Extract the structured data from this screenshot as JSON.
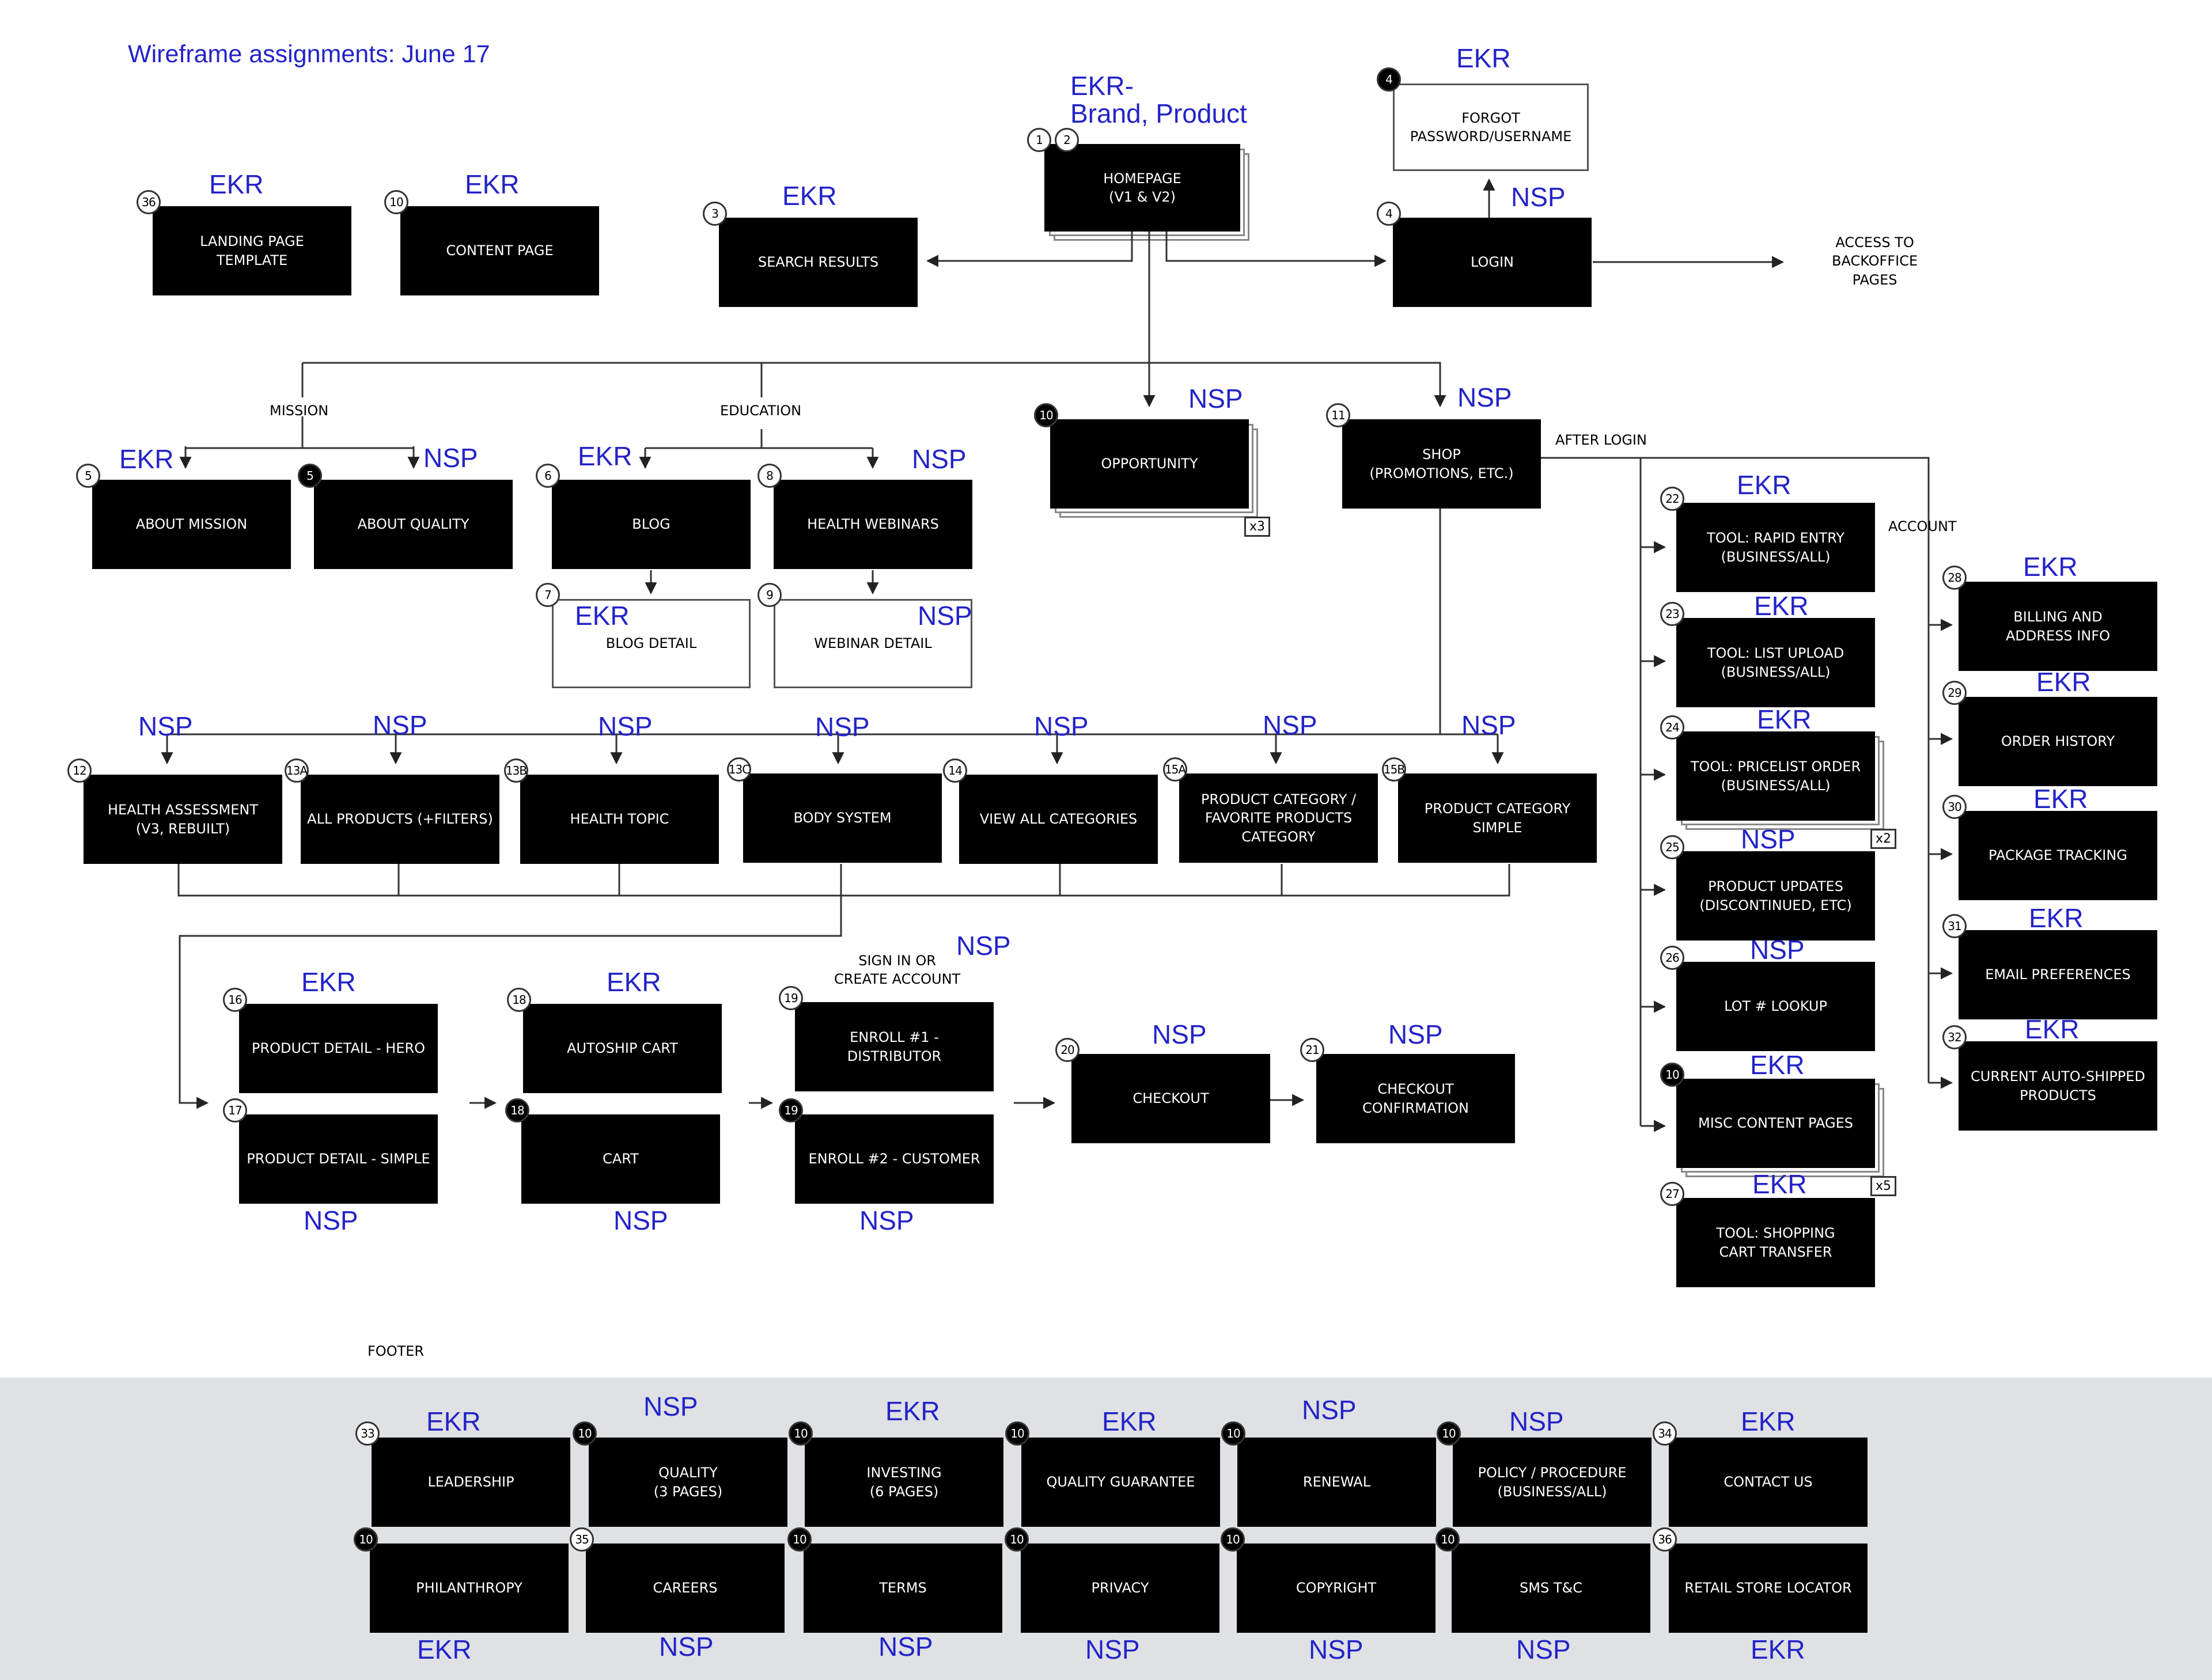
{
  "title": "Wireframe assignments: June 17",
  "colors": {
    "assignee": "#2323c8",
    "node_fill": "#000000",
    "footer_bg": "#dfe1e4"
  },
  "labels": {
    "mission": "MISSION",
    "education": "EDUCATION",
    "after_login": "AFTER LOGIN",
    "account": "ACCOUNT",
    "access_backoffice": "ACCESS TO\nBACKOFFICE\nPAGES",
    "sign_in": "SIGN IN OR\nCREATE ACCOUNT",
    "footer": "FOOTER"
  },
  "nodes": {
    "landing": {
      "num": "36",
      "text": "LANDING PAGE\nTEMPLATE",
      "assignee": "EKR"
    },
    "content": {
      "num": "10",
      "text": "CONTENT PAGE",
      "assignee": "EKR"
    },
    "search": {
      "num": "3",
      "text": "SEARCH RESULTS",
      "assignee": "EKR"
    },
    "homepage": {
      "num1": "1",
      "num2": "2",
      "text": "HOMEPAGE\n(V1 & V2)",
      "assignee": "EKR-\nBrand, Product"
    },
    "forgot": {
      "num": "4",
      "text": "FORGOT\nPASSWORD/USERNAME",
      "assignee": "EKR"
    },
    "login": {
      "num": "4",
      "text": "LOGIN",
      "assignee": "NSP"
    },
    "about_mission": {
      "num": "5",
      "text": "ABOUT MISSION",
      "assignee": "EKR"
    },
    "about_quality": {
      "num": "5",
      "text": "ABOUT QUALITY",
      "assignee": "NSP"
    },
    "blog": {
      "num": "6",
      "text": "BLOG",
      "assignee": "EKR"
    },
    "webinars": {
      "num": "8",
      "text": "HEALTH WEBINARS",
      "assignee": "NSP"
    },
    "blog_detail": {
      "num": "7",
      "text": "BLOG DETAIL",
      "assignee": "EKR"
    },
    "webinar_detail": {
      "num": "9",
      "text": "WEBINAR DETAIL",
      "assignee": "NSP"
    },
    "opportunity": {
      "num": "10",
      "text": "OPPORTUNITY",
      "assignee": "NSP",
      "mult": "x3"
    },
    "shop": {
      "num": "11",
      "text": "SHOP\n(PROMOTIONS, ETC.)",
      "assignee": "NSP"
    },
    "health_assess": {
      "num": "12",
      "text": "HEALTH ASSESSMENT\n(V3, REBUILT)",
      "assignee": "NSP"
    },
    "all_products": {
      "num": "13A",
      "text": "ALL PRODUCTS (+FILTERS)",
      "assignee": "NSP"
    },
    "health_topic": {
      "num": "13B",
      "text": "HEALTH TOPIC",
      "assignee": "NSP"
    },
    "body_system": {
      "num": "13C",
      "text": "BODY SYSTEM",
      "assignee": "NSP"
    },
    "view_all": {
      "num": "14",
      "text": "VIEW ALL CATEGORIES",
      "assignee": "NSP"
    },
    "prod_cat_fav": {
      "num": "15A",
      "text": "PRODUCT CATEGORY /\nFAVORITE PRODUCTS\nCATEGORY",
      "assignee": "NSP"
    },
    "prod_cat_simple": {
      "num": "15B",
      "text": "PRODUCT CATEGORY\nSIMPLE",
      "assignee": "NSP"
    },
    "pd_hero": {
      "num": "16",
      "text": "PRODUCT DETAIL - HERO",
      "assignee": "EKR"
    },
    "pd_simple": {
      "num": "17",
      "text": "PRODUCT DETAIL - SIMPLE",
      "assignee": "NSP"
    },
    "autoship": {
      "num": "18",
      "text": "AUTOSHIP CART",
      "assignee": "EKR"
    },
    "cart": {
      "num": "18",
      "text": "CART",
      "assignee": "NSP"
    },
    "enroll1": {
      "num": "19",
      "text": "ENROLL #1 - DISTRIBUTOR",
      "assignee": "NSP"
    },
    "enroll2": {
      "num": "19",
      "text": "ENROLL #2 - CUSTOMER",
      "assignee": "NSP"
    },
    "checkout": {
      "num": "20",
      "text": "CHECKOUT",
      "assignee": "NSP"
    },
    "checkout_conf": {
      "num": "21",
      "text": "CHECKOUT\nCONFIRMATION",
      "assignee": "NSP"
    },
    "tool_rapid": {
      "num": "22",
      "text": "TOOL: RAPID ENTRY\n(BUSINESS/ALL)",
      "assignee": "EKR"
    },
    "tool_list": {
      "num": "23",
      "text": "TOOL: LIST UPLOAD\n(BUSINESS/ALL)",
      "assignee": "EKR"
    },
    "tool_pricelist": {
      "num": "24",
      "text": "TOOL: PRICELIST ORDER\n(BUSINESS/ALL)",
      "assignee": "EKR",
      "mult": "x2"
    },
    "prod_updates": {
      "num": "25",
      "text": "PRODUCT UPDATES\n(DISCONTINUED, ETC)",
      "assignee": "NSP"
    },
    "lot_lookup": {
      "num": "26",
      "text": "LOT # LOOKUP",
      "assignee": "NSP"
    },
    "misc_content": {
      "num": "10",
      "text": "MISC CONTENT PAGES",
      "assignee": "EKR",
      "mult": "x5"
    },
    "tool_cart_transfer": {
      "num": "27",
      "text": "TOOL: SHOPPING\nCART TRANSFER",
      "assignee": "EKR"
    },
    "billing": {
      "num": "28",
      "text": "BILLING AND\nADDRESS INFO",
      "assignee": "EKR"
    },
    "order_history": {
      "num": "29",
      "text": "ORDER HISTORY",
      "assignee": "EKR"
    },
    "package_tracking": {
      "num": "30",
      "text": "PACKAGE TRACKING",
      "assignee": "EKR"
    },
    "email_prefs": {
      "num": "31",
      "text": "EMAIL PREFERENCES",
      "assignee": "EKR"
    },
    "auto_shipped": {
      "num": "32",
      "text": "CURRENT AUTO-SHIPPED\nPRODUCTS",
      "assignee": "EKR"
    },
    "leadership": {
      "num": "33",
      "text": "LEADERSHIP",
      "assignee": "EKR"
    },
    "quality3": {
      "num": "10",
      "text": "QUALITY\n(3 PAGES)",
      "assignee": "NSP"
    },
    "investing": {
      "num": "10",
      "text": "INVESTING\n(6 PAGES)",
      "assignee": "EKR"
    },
    "quality_guarantee": {
      "num": "10",
      "text": "QUALITY GUARANTEE",
      "assignee": "EKR"
    },
    "renewal": {
      "num": "10",
      "text": "RENEWAL",
      "assignee": "NSP"
    },
    "policy": {
      "num": "10",
      "text": "POLICY / PROCEDURE\n(BUSINESS/ALL)",
      "assignee": "NSP"
    },
    "contact": {
      "num": "34",
      "text": "CONTACT US",
      "assignee": "EKR"
    },
    "philanthropy": {
      "num": "10",
      "text": "PHILANTHROPY",
      "assignee": "EKR"
    },
    "careers": {
      "num": "35",
      "text": "CAREERS",
      "assignee": "NSP"
    },
    "terms": {
      "num": "10",
      "text": "TERMS",
      "assignee": "NSP"
    },
    "privacy": {
      "num": "10",
      "text": "PRIVACY",
      "assignee": "NSP"
    },
    "copyright": {
      "num": "10",
      "text": "COPYRIGHT",
      "assignee": "NSP"
    },
    "sms": {
      "num": "10",
      "text": "SMS  T&C",
      "assignee": "NSP"
    },
    "retail": {
      "num": "36",
      "text": "RETAIL STORE LOCATOR",
      "assignee": "EKR"
    }
  }
}
